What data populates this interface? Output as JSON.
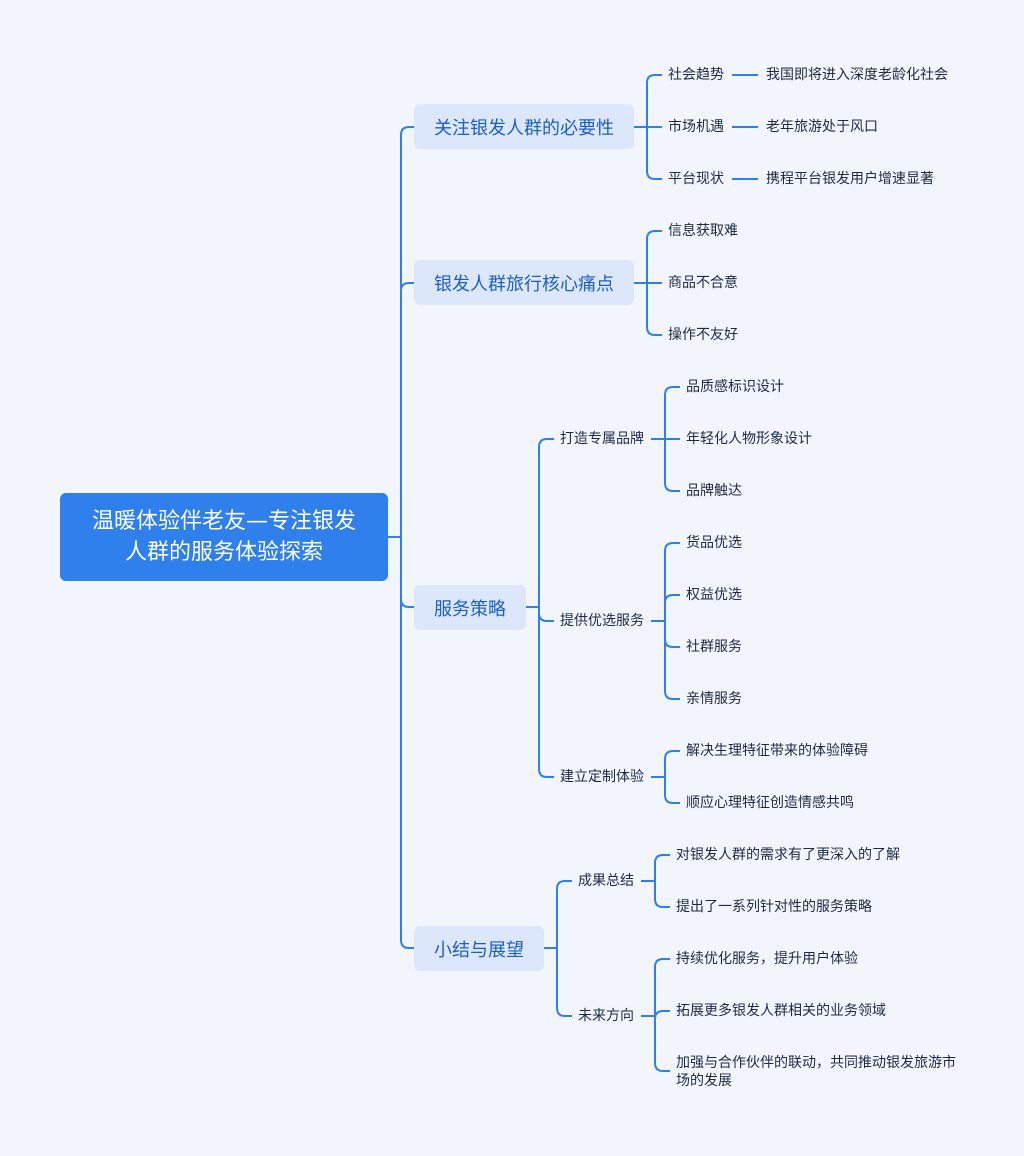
{
  "root": "温暖体验伴老友—专注银发人群的服务体验探索",
  "branches": [
    {
      "label": "关注银发人群的必要性",
      "children": [
        {
          "label": "社会趋势",
          "detail": "我国即将进入深度老龄化社会"
        },
        {
          "label": "市场机遇",
          "detail": "老年旅游处于风口"
        },
        {
          "label": "平台现状",
          "detail": "携程平台银发用户增速显著"
        }
      ]
    },
    {
      "label": "银发人群旅行核心痛点",
      "children": [
        {
          "label": "信息获取难"
        },
        {
          "label": "商品不合意"
        },
        {
          "label": "操作不友好"
        }
      ]
    },
    {
      "label": "服务策略",
      "children": [
        {
          "label": "打造专属品牌",
          "items": [
            "品质感标识设计",
            "年轻化人物形象设计",
            "品牌触达"
          ]
        },
        {
          "label": "提供优选服务",
          "items": [
            "货品优选",
            "权益优选",
            "社群服务",
            "亲情服务"
          ]
        },
        {
          "label": "建立定制体验",
          "items": [
            "解决生理特征带来的体验障碍",
            "顺应心理特征创造情感共鸣"
          ]
        }
      ]
    },
    {
      "label": "小结与展望",
      "children": [
        {
          "label": "成果总结",
          "items": [
            "对银发人群的需求有了更深入的了解",
            "提出了一系列针对性的服务策略"
          ]
        },
        {
          "label": "未来方向",
          "items": [
            "持续优化服务，提升用户体验",
            "拓展更多银发人群相关的业务领域",
            "加强与合作伙伴的联动，共同推动银发旅游市场的发展"
          ]
        }
      ]
    }
  ],
  "colors": {
    "line": "#2f80ed",
    "root_fill": "#2f80ed",
    "branch_fill": "#dde7fb",
    "branch_text": "#1d5fc4",
    "text": "#1d2a44",
    "background": "#f3f5fd"
  }
}
